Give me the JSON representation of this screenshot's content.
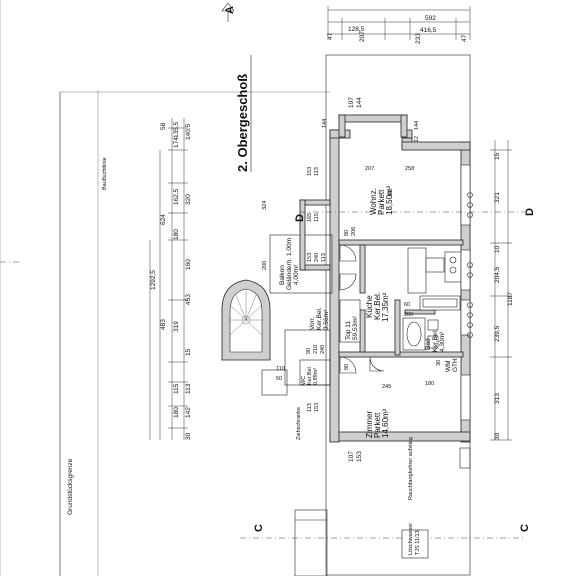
{
  "title": "2. Obergeschoß",
  "side_label": "Grundstücksgrenze",
  "building_line": "Baufluchtlinie",
  "section_marks": {
    "a": "A",
    "c": "C",
    "d": "D"
  },
  "top_dims": [
    "47",
    "128,5",
    "207",
    "233",
    "416,5",
    "592",
    "47"
  ],
  "bay_dims": {
    "width": "107",
    "height": "144",
    "wall_left": "144",
    "wall_right": "144",
    "small": "12"
  },
  "left_chain": [
    "30",
    "142",
    "180",
    "115",
    "113",
    "319",
    "483",
    "453",
    "1292,5",
    "15",
    "160",
    "180",
    "624",
    "162,5",
    "320",
    "174",
    "58",
    "135,5",
    "140,5"
  ],
  "right_chain": [
    "30",
    "313",
    "239,5",
    "1187",
    "204,5",
    "10",
    "321",
    "15"
  ],
  "rooms": [
    {
      "name": "Wohnz.",
      "floor": "Parkett",
      "area": "18,50m²"
    },
    {
      "name": "Küche",
      "floor": "Ker.Bel.",
      "area": "17,35m²"
    },
    {
      "name": "Zimmer",
      "floor": "Parkett",
      "area": "14,60m²"
    },
    {
      "name": "Vorr.",
      "floor": "Ker.Bel.",
      "area": "3,56m²"
    },
    {
      "name": "Bad",
      "floor": "Ker.Bel.",
      "area": "4,30m²"
    },
    {
      "name": "WC",
      "floor": "Ker.Bel.",
      "area": "0,99m²"
    }
  ],
  "apartment": {
    "label": "Top 11",
    "area": "59,53m²"
  },
  "balcony": {
    "name": "Balkon",
    "note": "Geländerh. 1,00m",
    "area": "4,00m²"
  },
  "wm": "WM",
  "gth": "GTH",
  "dims_misc": [
    "153",
    "113",
    "165",
    "115",
    "153",
    "240",
    "113",
    "324",
    "200",
    "258",
    "207",
    "80",
    "206",
    "60",
    "200",
    "90",
    "210",
    "240",
    "50",
    "110",
    "80",
    "245",
    "180",
    "113",
    "153",
    "107",
    "153",
    "80",
    "30"
  ],
  "notes": {
    "smoke": "Rauchfangkehrer aufstieg",
    "fire": "Ziehschranke",
    "legend": "Löschwasser",
    "legend2": "TJS 11/13"
  }
}
